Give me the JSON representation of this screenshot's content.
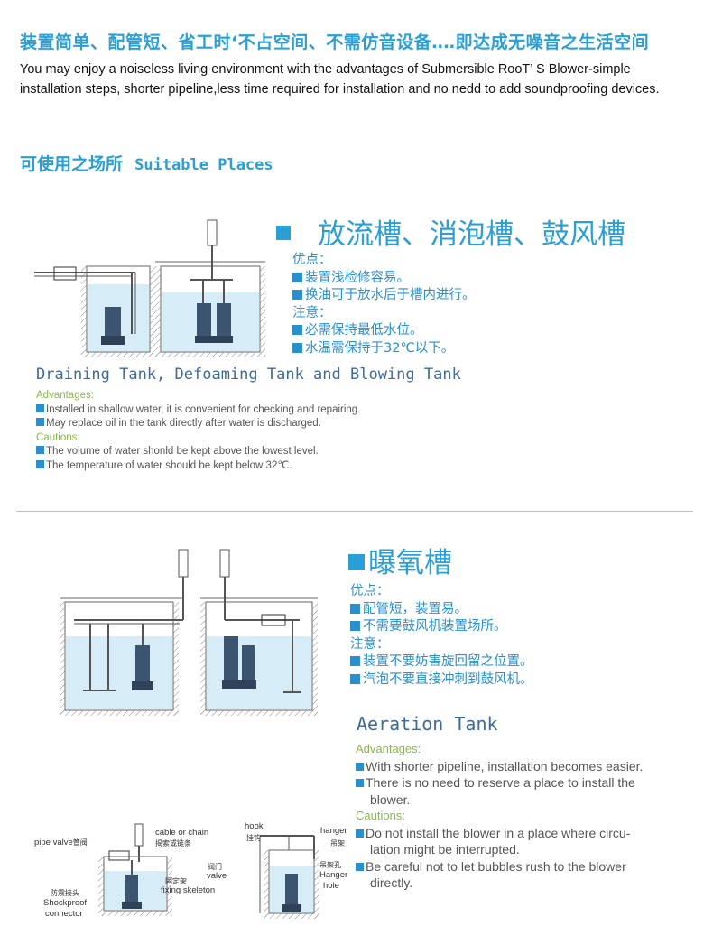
{
  "header": {
    "cn": "装置简单、配管短、省工时‘不占空间、不需仿音设备‥‥即达成无噪音之生活空间",
    "en_line1": "You may enjoy a noiseless living environment with the advantages of Submersible RooT’ S Blower-simple",
    "en_line2": "installation steps, shorter pipeline,less time required for installation and no nedd to add soundproofing devices."
  },
  "suitable": {
    "cn": "可使用之场所",
    "en": "Suitable Places"
  },
  "section1": {
    "title_cn": "放流槽、消泡槽、鼓风槽",
    "adv_label_cn": "优点：",
    "adv_cn": [
      "装置浅检修容易。",
      "换油可于放水后于槽内进行。"
    ],
    "caution_label_cn": "注意：",
    "caution_cn": [
      "必需保持最低水位。",
      "水温需保持于32℃以下。"
    ],
    "title_en": "Draining Tank, Defoaming Tank and Blowing Tank",
    "adv_label_en": "Advantages:",
    "adv_en": [
      "Installed in shallow water, it is convenient for checking and repairing.",
      "May replace oil in the tank directly after water is discharged."
    ],
    "caution_label_en": "Cautions:",
    "caution_en": [
      "The volume of water shonld be kept above the lowest level.",
      "The temperature of water should be kept below 32℃."
    ]
  },
  "section2": {
    "title_cn": "曝氧槽",
    "adv_label_cn": "优点：",
    "adv_cn": [
      "配管短，装置易。",
      "不需要鼓风机装置场所。"
    ],
    "caution_label_cn": "注意：",
    "caution_cn": [
      "装置不要妨害旋回留之位置。",
      "汽泡不要直接冲刺到鼓风机。"
    ],
    "title_en": "Aeration Tank",
    "adv_label_en": "Advantages:",
    "adv_en_1": "With shorter pipeline, installation becomes easier.",
    "adv_en_2a": "There is no need to reserve a place to install the",
    "adv_en_2b": "blower.",
    "caution_label_en": "Cautions:",
    "caution_en_1a": "Do not install the blower in a place where circu-",
    "caution_en_1b": "lation might be interrupted.",
    "caution_en_2a": "Be careful not to let bubbles rush to the blower",
    "caution_en_2b": "directly."
  },
  "diagram_labels": {
    "pipe_valve": "pipe valve",
    "pipe_valve_cn": "管阀",
    "cable": "cable or chain",
    "cable_cn": "揭索或链条",
    "fixing_cn": "固定架",
    "fixing": "fixing skeleton",
    "shock_cn": "防震接头",
    "shock1": "Shockproof",
    "shock2": "connector",
    "hook": "hook",
    "hook_cn": "挂钩",
    "valve_cn": "阀门",
    "valve": "valve",
    "hanger": "hanger",
    "hanger_cn": "吊架",
    "hanger_hole_cn": "吊架孔",
    "hanger_hole1": "Hanger",
    "hanger_hole2": "hole"
  }
}
